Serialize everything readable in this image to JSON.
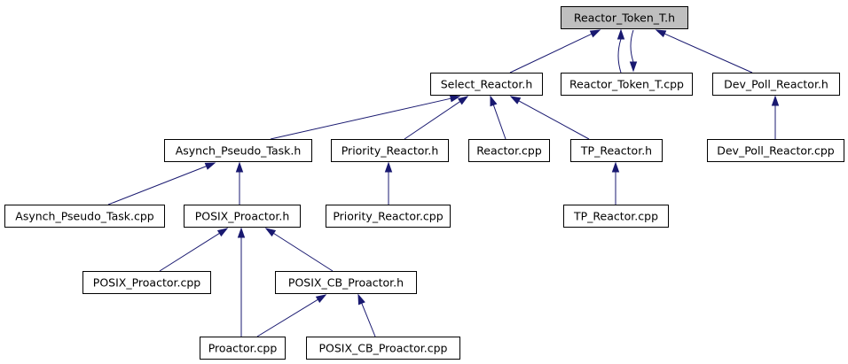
{
  "diagram": {
    "nodes": [
      {
        "id": "reactor_token_t_h",
        "label": "Reactor_Token_T.h",
        "highlighted": true
      },
      {
        "id": "select_reactor_h",
        "label": "Select_Reactor.h"
      },
      {
        "id": "reactor_token_t_cpp",
        "label": "Reactor_Token_T.cpp"
      },
      {
        "id": "dev_poll_reactor_h",
        "label": "Dev_Poll_Reactor.h"
      },
      {
        "id": "asynch_pseudo_task_h",
        "label": "Asynch_Pseudo_Task.h"
      },
      {
        "id": "priority_reactor_h",
        "label": "Priority_Reactor.h"
      },
      {
        "id": "reactor_cpp",
        "label": "Reactor.cpp"
      },
      {
        "id": "tp_reactor_h",
        "label": "TP_Reactor.h"
      },
      {
        "id": "dev_poll_reactor_cpp",
        "label": "Dev_Poll_Reactor.cpp"
      },
      {
        "id": "asynch_pseudo_task_cpp",
        "label": "Asynch_Pseudo_Task.cpp"
      },
      {
        "id": "posix_proactor_h",
        "label": "POSIX_Proactor.h"
      },
      {
        "id": "priority_reactor_cpp",
        "label": "Priority_Reactor.cpp"
      },
      {
        "id": "tp_reactor_cpp",
        "label": "TP_Reactor.cpp"
      },
      {
        "id": "posix_proactor_cpp",
        "label": "POSIX_Proactor.cpp"
      },
      {
        "id": "posix_cb_proactor_h",
        "label": "POSIX_CB_Proactor.h"
      },
      {
        "id": "proactor_cpp",
        "label": "Proactor.cpp"
      },
      {
        "id": "posix_cb_proactor_cpp",
        "label": "POSIX_CB_Proactor.cpp"
      }
    ],
    "edges": [
      {
        "from": "select_reactor_h",
        "to": "reactor_token_t_h"
      },
      {
        "from": "reactor_token_t_cpp",
        "to": "reactor_token_t_h"
      },
      {
        "from": "reactor_token_t_h",
        "to": "reactor_token_t_cpp"
      },
      {
        "from": "dev_poll_reactor_h",
        "to": "reactor_token_t_h"
      },
      {
        "from": "asynch_pseudo_task_h",
        "to": "select_reactor_h"
      },
      {
        "from": "priority_reactor_h",
        "to": "select_reactor_h"
      },
      {
        "from": "reactor_cpp",
        "to": "select_reactor_h"
      },
      {
        "from": "tp_reactor_h",
        "to": "select_reactor_h"
      },
      {
        "from": "dev_poll_reactor_cpp",
        "to": "dev_poll_reactor_h"
      },
      {
        "from": "asynch_pseudo_task_cpp",
        "to": "asynch_pseudo_task_h"
      },
      {
        "from": "posix_proactor_h",
        "to": "asynch_pseudo_task_h"
      },
      {
        "from": "priority_reactor_cpp",
        "to": "priority_reactor_h"
      },
      {
        "from": "tp_reactor_cpp",
        "to": "tp_reactor_h"
      },
      {
        "from": "posix_proactor_cpp",
        "to": "posix_proactor_h"
      },
      {
        "from": "proactor_cpp",
        "to": "posix_proactor_h"
      },
      {
        "from": "posix_cb_proactor_h",
        "to": "posix_proactor_h"
      },
      {
        "from": "proactor_cpp",
        "to": "posix_cb_proactor_h"
      },
      {
        "from": "posix_cb_proactor_cpp",
        "to": "posix_cb_proactor_h"
      }
    ],
    "colors": {
      "edge": "#191970",
      "node_border": "#000000",
      "node_fill": "#ffffff",
      "highlighted_fill": "#bfbfbf"
    }
  }
}
